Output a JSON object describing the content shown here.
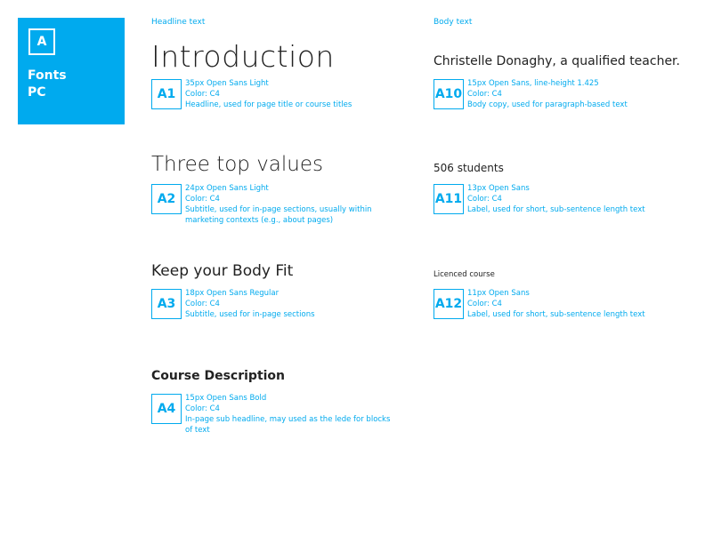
{
  "badge": {
    "letter": "A",
    "title": "Fonts\nPC"
  },
  "columns": {
    "headline": "Headline text",
    "body": "Body text"
  },
  "styles": [
    {
      "code": "A1",
      "sample": "Introduction",
      "spec": "35px Open Sans Light",
      "color": "Color: C4",
      "usage": "Headline, used for page title or course titles"
    },
    {
      "code": "A2",
      "sample": "Three top values",
      "spec": "24px Open Sans Light",
      "color": "Color: C4",
      "usage": "Subtitle, used for in-page sections, usually within marketing contexts (e.g., about pages)"
    },
    {
      "code": "A3",
      "sample": "Keep your Body Fit",
      "spec": "18px Open Sans Regular",
      "color": "Color: C4",
      "usage": "Subtitle, used for in-page sections"
    },
    {
      "code": "A4",
      "sample": "Course Description",
      "spec": "15px Open Sans Bold",
      "color": "Color: C4",
      "usage": "In-page sub headline, may used as the lede for blocks of text"
    },
    {
      "code": "A10",
      "sample": "Christelle Donaghy, a qualified teacher.",
      "spec": "15px Open Sans, line-height 1.425",
      "color": "Color: C4",
      "usage": "Body copy, used for paragraph-based text"
    },
    {
      "code": "A11",
      "sample": "506 students",
      "spec": "13px Open Sans",
      "color": "Color: C4",
      "usage": "Label, used for short, sub-sentence length text"
    },
    {
      "code": "A12",
      "sample": "Licenced course",
      "spec": "11px Open Sans",
      "color": "Color: C4",
      "usage": "Label, used for short, sub-sentence length text"
    }
  ],
  "colors": {
    "accent": "#00aaee",
    "text": "#222222"
  }
}
